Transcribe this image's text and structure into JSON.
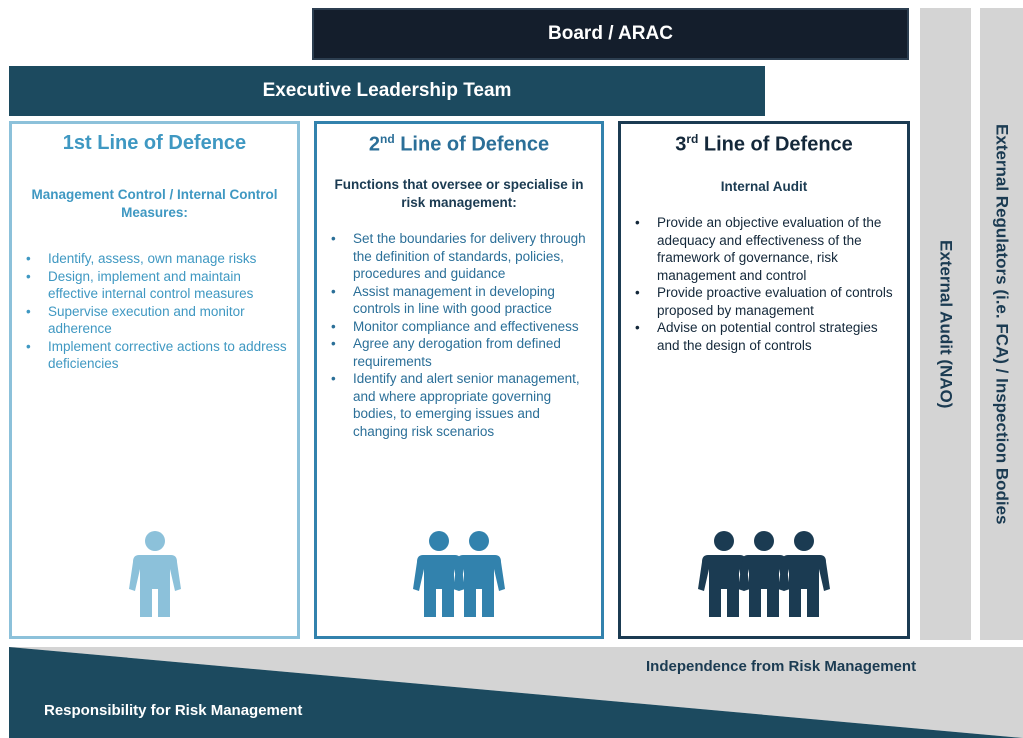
{
  "board": {
    "label": "Board / ARAC"
  },
  "elt": {
    "label": "Executive Leadership Team"
  },
  "external_audit": {
    "label": "External Audit (NAO)"
  },
  "external_regulators": {
    "label": "External Regulators (i.e. FCA) / Inspection Bodies"
  },
  "lines": [
    {
      "num": "1st",
      "sup": "",
      "title_rest": "Line of Defence",
      "subtitle": "Management Control / Internal Control Measures:",
      "bullets": [
        "Identify, assess, own manage risks",
        "Design, implement and maintain effective internal control measures",
        "Supervise execution and monitor adherence",
        "Implement corrective actions to address deficiencies"
      ],
      "color": "#8cc1da",
      "people": 1
    },
    {
      "num": "2",
      "sup": "nd",
      "title_rest": "Line of Defence",
      "subtitle": "Functions that oversee or specialise in risk management:",
      "bullets": [
        "Set the boundaries for delivery through the definition of standards, policies, procedures and guidance",
        "Assist management in developing controls in line with good practice",
        "Monitor compliance and effectiveness",
        "Agree any derogation from defined requirements",
        "Identify and alert senior management, and where appropriate governing bodies, to emerging issues and changing risk scenarios"
      ],
      "color": "#3282ad",
      "people": 2
    },
    {
      "num": "3",
      "sup": "rd",
      "title_rest": "Line of Defence",
      "subtitle": "Internal Audit",
      "bullets": [
        "Provide an objective evaluation of the adequacy and effectiveness of the framework of governance, risk management and control",
        "Provide proactive evaluation of controls proposed by management",
        "Advise on potential control strategies and the design of controls"
      ],
      "color": "#1b3b52",
      "people": 3
    }
  ],
  "bottom": {
    "independence": "Independence from Risk Management",
    "responsibility": "Responsibility for Risk Management"
  }
}
